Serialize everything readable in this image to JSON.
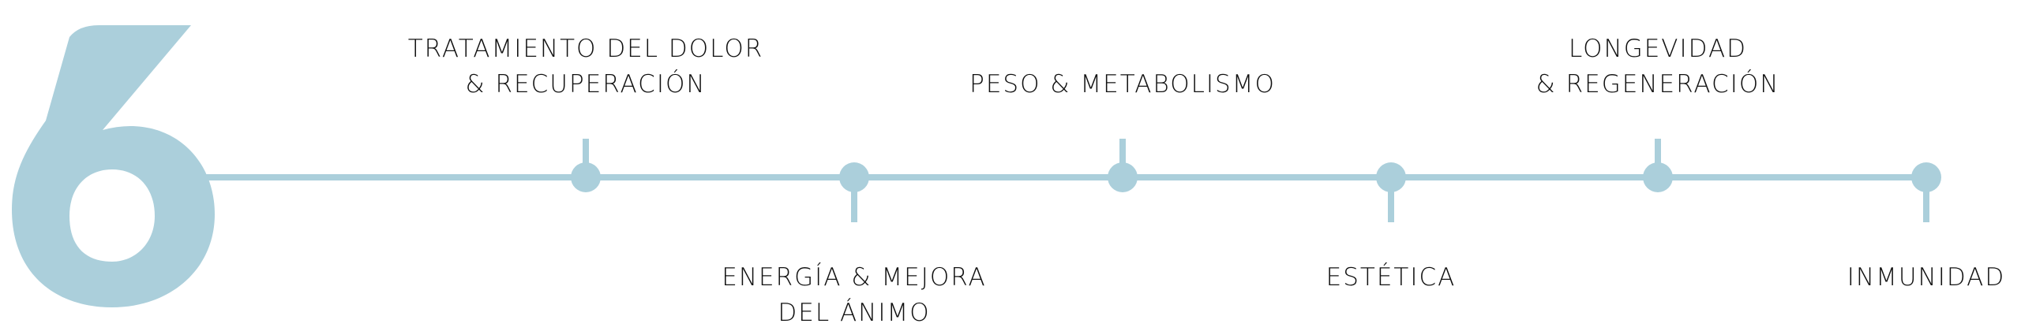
{
  "number": "6",
  "accent_color": "#abcfdb",
  "items": [
    {
      "lines": [
        "TRATAMIENTO DEL DOLOR",
        "& RECUPERACIÓN"
      ],
      "side": "up"
    },
    {
      "lines": [
        "ENERGÍA & MEJORA",
        "DEL ÁNIMO"
      ],
      "side": "down"
    },
    {
      "lines": [
        "PESO & METABOLISMO"
      ],
      "side": "up"
    },
    {
      "lines": [
        "ESTÉTICA"
      ],
      "side": "down"
    },
    {
      "lines": [
        "LONGEVIDAD",
        "& REGENERACIÓN"
      ],
      "side": "up"
    },
    {
      "lines": [
        "INMUNIDAD"
      ],
      "side": "down"
    }
  ]
}
